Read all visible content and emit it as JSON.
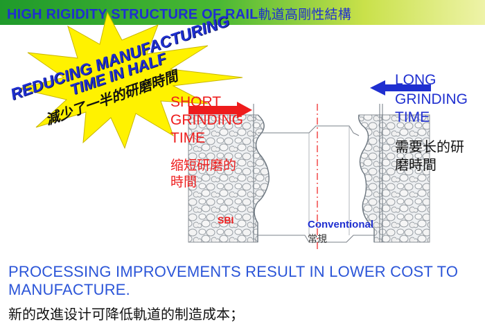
{
  "header": {
    "title_en": "HIGH RIGIDITY  STRUCTURE OF RAIL",
    "title_cn": "軌道高剛性結構"
  },
  "burst": {
    "line1": "REDUCING MANUFACTURING",
    "line2": "TIME IN HALF",
    "line3": "減少了一半的研磨時間"
  },
  "short_label": {
    "line1": "SHORT",
    "line2": "GRINDING",
    "line3": "TIME",
    "cn_line1": "缩短研磨的",
    "cn_line2": "時間"
  },
  "long_label": {
    "line1": "LONG",
    "line2": "GRINDING",
    "line3": "TIME",
    "cn_line1": "需要长的研",
    "cn_line2": "磨時間"
  },
  "diagram": {
    "sbi_label": "SBI",
    "conventional_label": "Conventional",
    "conventional_cn": "常規"
  },
  "footer": {
    "en": "PROCESSING IMPROVEMENTS RESULT IN LOWER COST TO MANUFACTURE.",
    "cn": "新的改進设计可降低軌道的制造成本；"
  },
  "colors": {
    "title_blue": "#1f2fd0",
    "title_bar_green": "#3aa832",
    "burst_yellow": "#fff200",
    "accent_red": "#ee1c1c",
    "accent_blue": "#1f2fd0",
    "footer_blue": "#2b55d8"
  }
}
